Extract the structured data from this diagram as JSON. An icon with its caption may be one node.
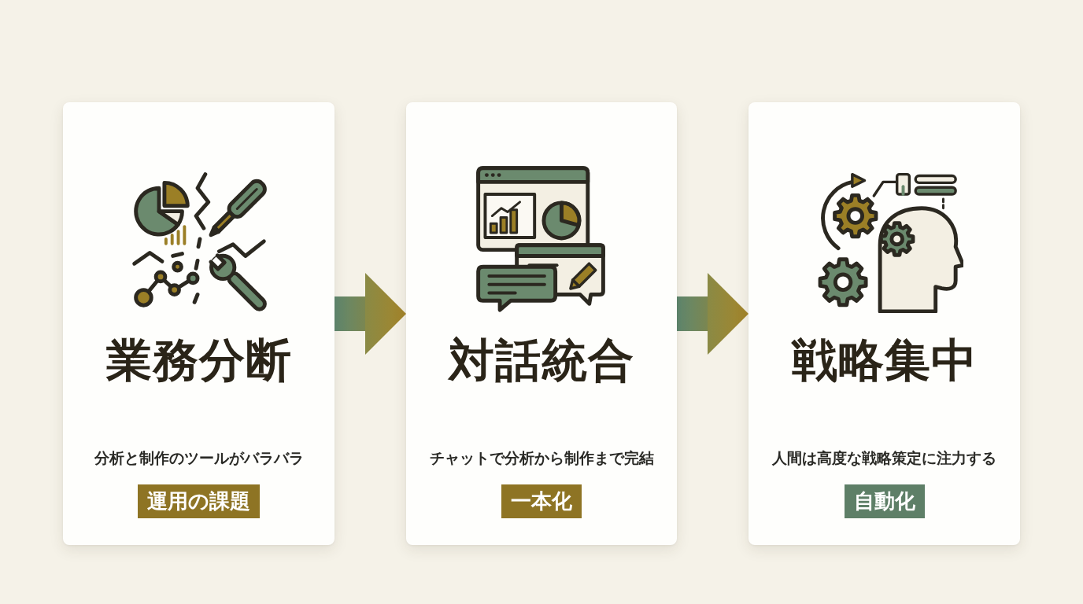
{
  "diagram": {
    "nodes": [
      {
        "text": [
          "業務分断",
          "分析と制作のツールがバラバラ"
        ]
      },
      {
        "text": [
          "運用の課題"
        ],
        "in": 0
      },
      {
        "text": [
          "対話統合",
          "チャットで分析から制作まで完結"
        ]
      },
      {
        "text": [
          "一本化"
        ],
        "in": 2
      },
      {
        "text": [
          "戦略集中",
          "人間は高度な戦略策定に注力する"
        ]
      },
      {
        "text": [
          "自動化"
        ],
        "in": 4
      }
    ],
    "edges": [
      {
        "from": 0,
        "to": 2,
        "arrow": "to"
      },
      {
        "from": 2,
        "to": 4,
        "arrow": "to"
      }
    ]
  }
}
